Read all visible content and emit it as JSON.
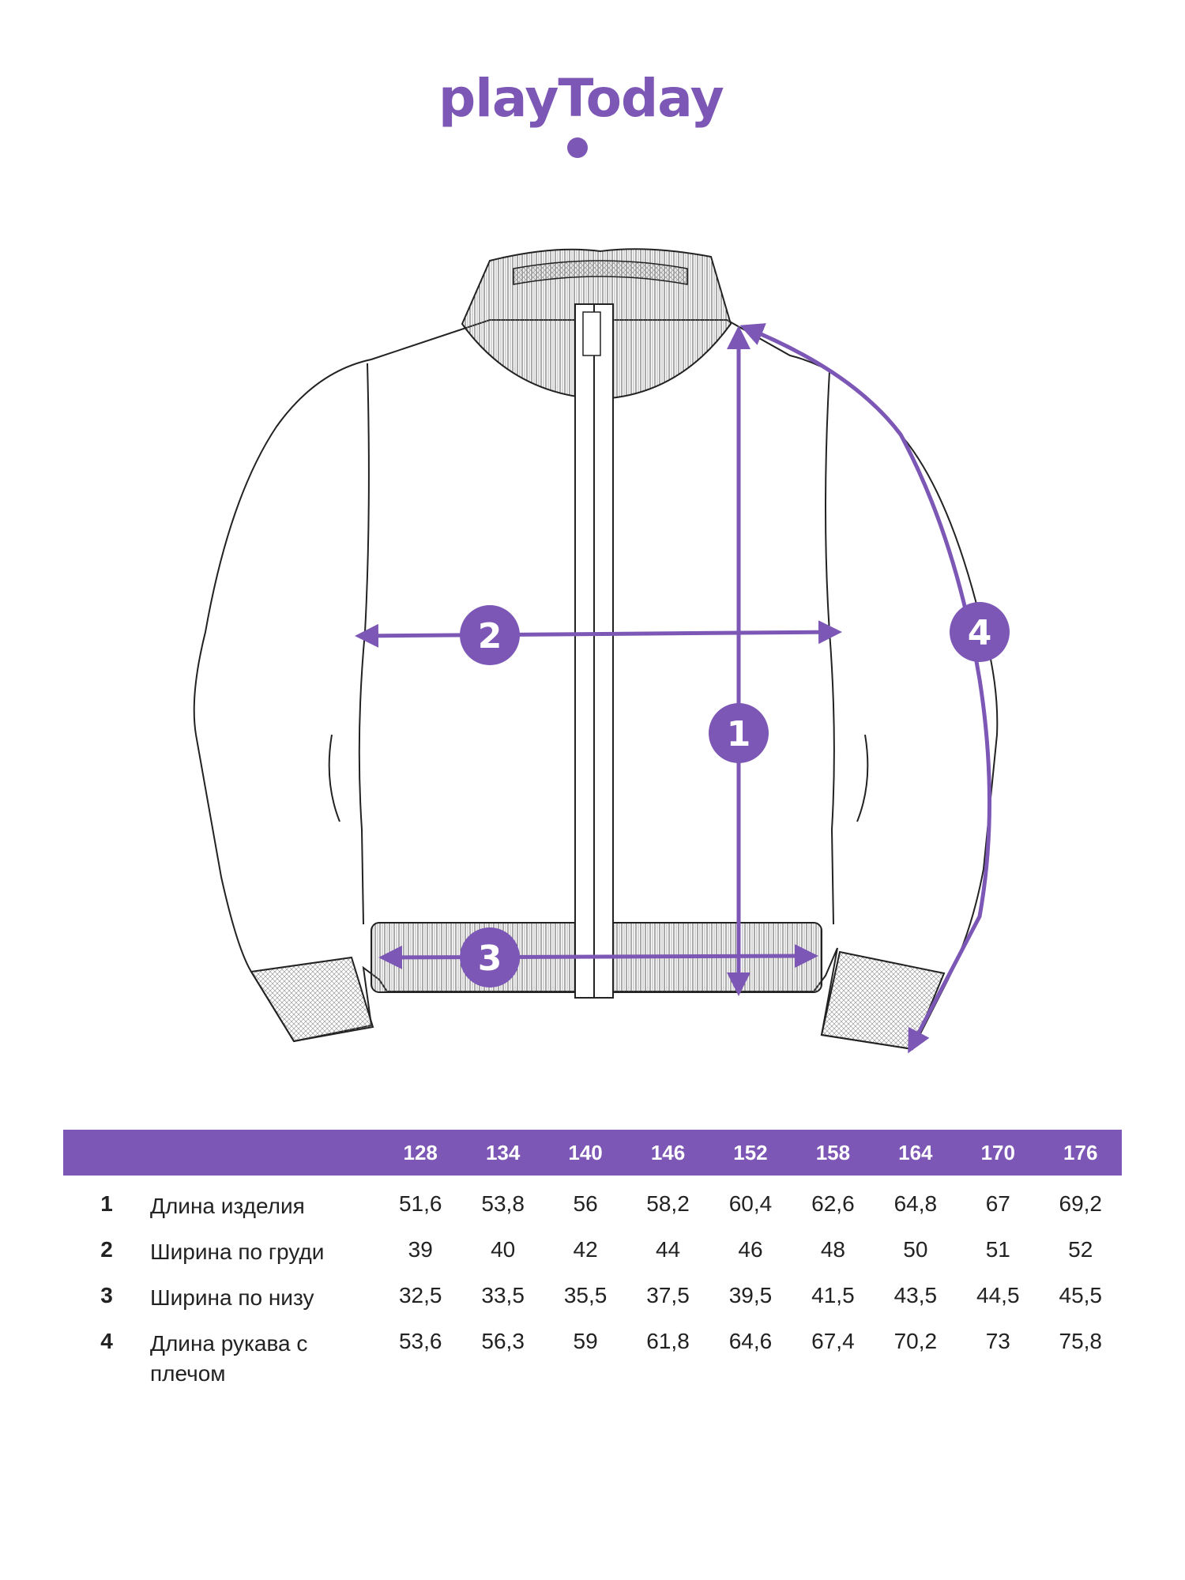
{
  "brand": {
    "logo_text": "playToday",
    "accent": "#7c57b5"
  },
  "markers": [
    "1",
    "2",
    "3",
    "4"
  ],
  "table": {
    "sizes": [
      "128",
      "134",
      "140",
      "146",
      "152",
      "158",
      "164",
      "170",
      "176"
    ],
    "rows": [
      {
        "num": "1",
        "name": "Длина изделия",
        "values": [
          "51,6",
          "53,8",
          "56",
          "58,2",
          "60,4",
          "62,6",
          "64,8",
          "67",
          "69,2"
        ]
      },
      {
        "num": "2",
        "name": "Ширина по груди",
        "values": [
          "39",
          "40",
          "42",
          "44",
          "46",
          "48",
          "50",
          "51",
          "52"
        ]
      },
      {
        "num": "3",
        "name": "Ширина по низу",
        "values": [
          "32,5",
          "33,5",
          "35,5",
          "37,5",
          "39,5",
          "41,5",
          "43,5",
          "44,5",
          "45,5"
        ]
      },
      {
        "num": "4",
        "name": "Длина рукава с плечом",
        "values": [
          "53,6",
          "56,3",
          "59",
          "61,8",
          "64,6",
          "67,4",
          "70,2",
          "73",
          "75,8"
        ]
      }
    ]
  }
}
